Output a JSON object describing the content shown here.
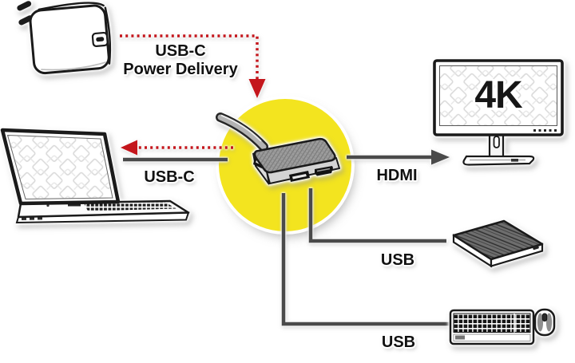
{
  "diagram": {
    "type": "product-connectivity-diagram",
    "labels": {
      "power_line1": "USB-C",
      "power_line2": "Power Delivery",
      "laptop_link": "USB-C",
      "video_link": "HDMI",
      "storage_link": "USB",
      "peripherals_link": "USB"
    },
    "monitor_badge": "4K",
    "devices": [
      {
        "id": "power-adapter",
        "name": "USB-C power delivery wall adapter"
      },
      {
        "id": "laptop",
        "name": "laptop"
      },
      {
        "id": "hub",
        "name": "USB-C multiport adapter highlighted in yellow circle"
      },
      {
        "id": "monitor",
        "name": "4K monitor"
      },
      {
        "id": "hard-drive",
        "name": "external hard drive"
      },
      {
        "id": "keyboard-mouse",
        "name": "USB keyboard and mouse"
      }
    ],
    "connections": [
      {
        "from": "power-adapter",
        "to": "hub",
        "label": "USB-C Power Delivery",
        "style": "red-dotted-arrow"
      },
      {
        "from": "hub",
        "to": "laptop",
        "label": "USB-C",
        "style": "red-dotted-arrow-plus-solid-line"
      },
      {
        "from": "hub",
        "to": "monitor",
        "label": "HDMI",
        "style": "solid-gray-arrow"
      },
      {
        "from": "hub",
        "to": "hard-drive",
        "label": "USB",
        "style": "solid-gray-line"
      },
      {
        "from": "hub",
        "to": "keyboard-mouse",
        "label": "USB",
        "style": "solid-gray-line"
      }
    ],
    "colors": {
      "highlight_yellow": "#F3E41F",
      "arrow_red": "#C4161C",
      "line_gray": "#4A4A4A",
      "ink": "#111111"
    }
  }
}
